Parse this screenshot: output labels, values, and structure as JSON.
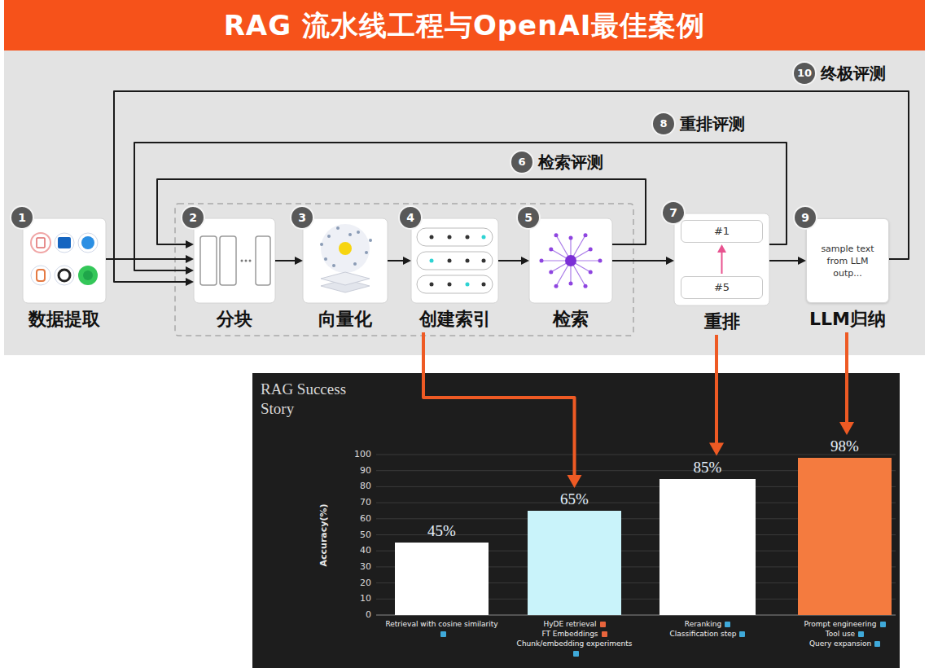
{
  "diagram": {
    "title": "RAG 流水线工程与OpenAI最佳案例",
    "nodes": [
      {
        "text": [
          "1",
          "数据提取"
        ]
      },
      {
        "text": [
          "2",
          "分块"
        ]
      },
      {
        "text": [
          "3",
          "向量化"
        ]
      },
      {
        "text": [
          "4",
          "创建索引"
        ]
      },
      {
        "text": [
          "5",
          "检索"
        ]
      },
      {
        "text": [
          "7",
          "重排"
        ]
      },
      {
        "text": [
          "#1"
        ],
        "in": 5
      },
      {
        "text": [
          "#5"
        ],
        "in": 5
      },
      {
        "text": [
          "9",
          "sample text from LLM outp...",
          "LLM归纳"
        ]
      },
      {
        "text": [
          "RAG Success Story"
        ]
      },
      {
        "text": [
          "45%",
          "Retrieval with cosine similarity"
        ],
        "in": 9
      },
      {
        "text": [
          "65%",
          "HyDE retrieval",
          "FT Embeddings",
          "Chunk/embedding experiments"
        ],
        "in": 9
      },
      {
        "text": [
          "85%",
          "Reranking",
          "Classification step"
        ],
        "in": 9
      },
      {
        "text": [
          "98%",
          "Prompt engineering",
          "Tool use",
          "Query expansion"
        ],
        "in": 9
      }
    ],
    "edges": [
      {
        "from": 0,
        "to": 1,
        "arrow": "to"
      },
      {
        "from": 1,
        "to": 2,
        "arrow": "to"
      },
      {
        "from": 2,
        "to": 3,
        "arrow": "to"
      },
      {
        "from": 3,
        "to": 4,
        "arrow": "to"
      },
      {
        "from": 4,
        "to": 5,
        "arrow": "to"
      },
      {
        "from": 5,
        "to": 8,
        "arrow": "to"
      },
      {
        "from": 4,
        "to": 1,
        "label": "检索评测",
        "arrow": "to"
      },
      {
        "from": 5,
        "to": 1,
        "label": "重排评测",
        "arrow": "to"
      },
      {
        "from": 8,
        "to": 1,
        "label": "终极评测",
        "arrow": "to"
      },
      {
        "from": 3,
        "to": 11,
        "arrow": "to"
      },
      {
        "from": 5,
        "to": 12,
        "arrow": "to"
      },
      {
        "from": 8,
        "to": 13,
        "arrow": "to"
      }
    ],
    "labels": [
      "10",
      "8",
      "6",
      "0",
      "10",
      "20",
      "30",
      "40",
      "50",
      "60",
      "70",
      "80",
      "90",
      "100",
      "Accuracy(%)"
    ]
  }
}
